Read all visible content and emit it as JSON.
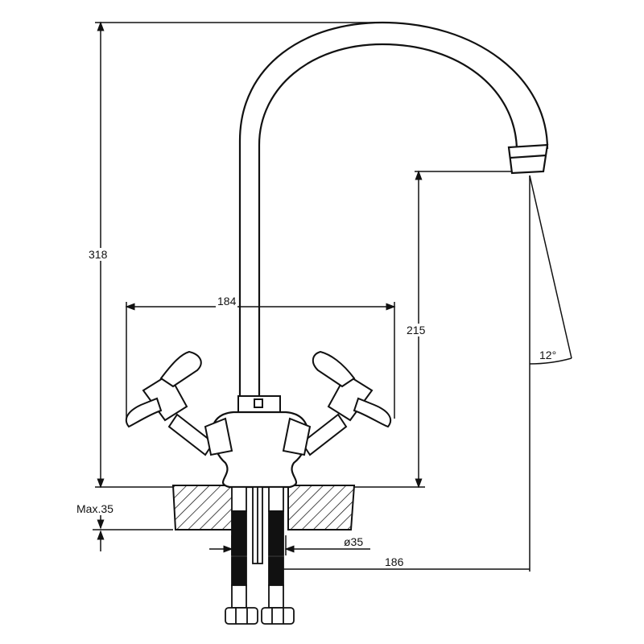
{
  "dimensions": {
    "total_height": "318",
    "handle_span": "184",
    "spout_height": "215",
    "spout_angle": "12°",
    "max_thickness": "Max.35",
    "hole_diameter": "ø35",
    "spout_reach": "186"
  },
  "colors": {
    "line": "#111111",
    "background": "#ffffff"
  }
}
